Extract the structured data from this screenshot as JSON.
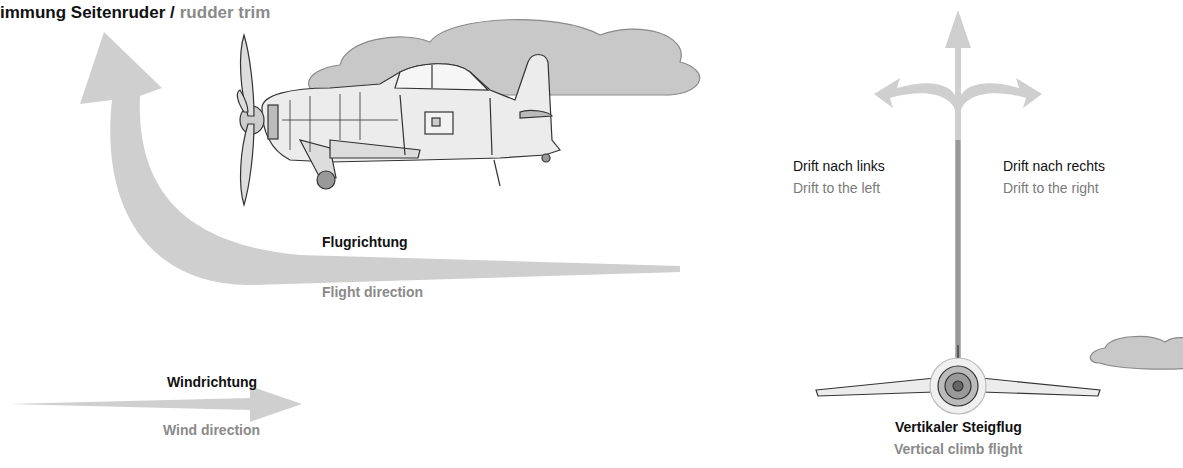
{
  "diagram": {
    "labels": [
      "immung Seitenruder /",
      "rudder trim",
      "Flugrichtung",
      "Flight direction",
      "Windrichtung",
      "Wind direction",
      "Drift nach links",
      "Drift to the left",
      "Drift nach rechts",
      "Drift to the right",
      "Vertikaler Steigflug",
      "Vertical climb flight"
    ]
  }
}
